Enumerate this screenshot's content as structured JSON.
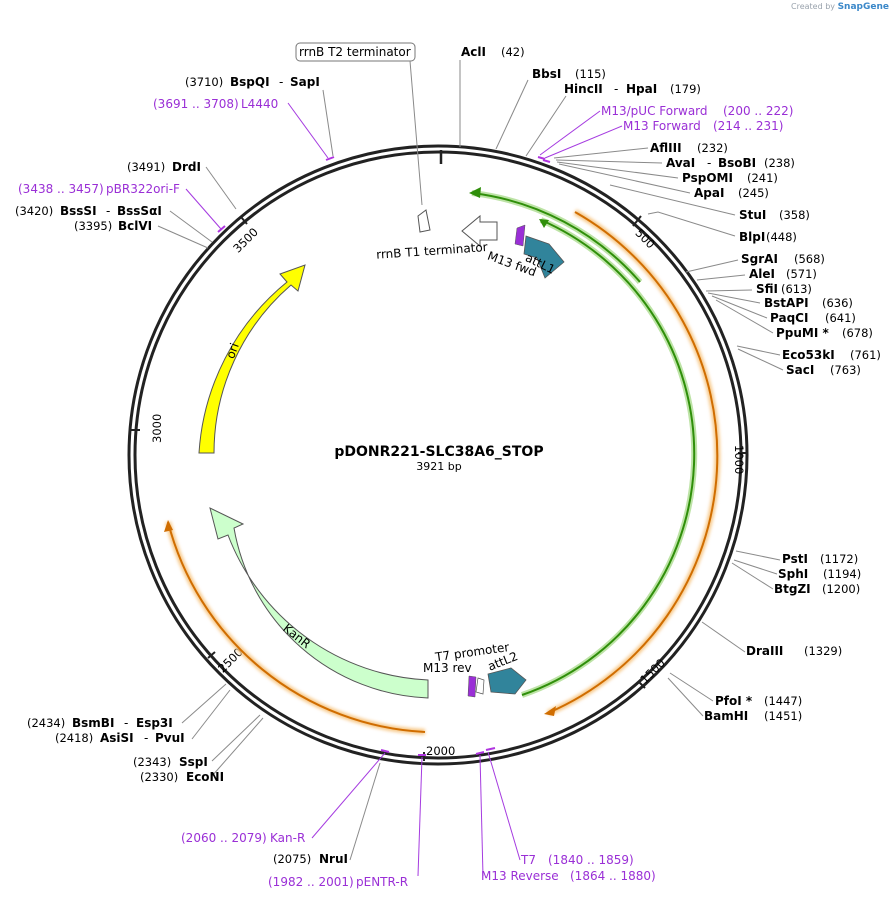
{
  "brand": {
    "created_by": "Created by",
    "name": "SnapGene"
  },
  "plasmid": {
    "name": "pDONR221-SLC38A6_STOP",
    "size": "3921 bp"
  },
  "ticks": [
    "500",
    "1000",
    "1500",
    "2000",
    "2500",
    "3000",
    "3500"
  ],
  "features": {
    "ori": "ori",
    "kanr": "KanR",
    "attl1": "attL1",
    "attl2": "attL2",
    "m13fwd": "M13 fwd",
    "m13rev": "M13 rev",
    "t7promoter": "T7 promoter",
    "rrnb_t1": "rrnB T1 terminator",
    "rrnb_t2": "rrnB T2 terminator"
  },
  "enzymes": {
    "acli": {
      "name": "AclI",
      "pos": "(42)"
    },
    "bbsi": {
      "name": "BbsI",
      "pos": "(115)"
    },
    "hincii": {
      "name": "HincII",
      "name2": "HpaI",
      "pos": "(179)"
    },
    "aflIII": {
      "name": "AflIII",
      "pos": "(232)"
    },
    "avai": {
      "name": "AvaI",
      "name2": "BsoBI",
      "pos": "(238)"
    },
    "pspomi": {
      "name": "PspOMI",
      "pos": "(241)"
    },
    "apai": {
      "name": "ApaI",
      "pos": "(245)"
    },
    "stui": {
      "name": "StuI",
      "pos": "(358)"
    },
    "blpi": {
      "name": "BlpI",
      "pos": "(448)"
    },
    "sgrai": {
      "name": "SgrAI",
      "pos": "(568)"
    },
    "alei": {
      "name": "AleI",
      "pos": "(571)"
    },
    "sfii": {
      "name": "SfiI",
      "pos": "(613)"
    },
    "bstapi": {
      "name": "BstAPI",
      "pos": "(636)"
    },
    "paqci": {
      "name": "PaqCI",
      "pos": "(641)"
    },
    "ppumi": {
      "name": "PpuMI *",
      "pos": "(678)"
    },
    "eco53ki": {
      "name": "Eco53kI",
      "pos": "(761)"
    },
    "saci": {
      "name": "SacI",
      "pos": "(763)"
    },
    "psti": {
      "name": "PstI",
      "pos": "(1172)"
    },
    "sphi": {
      "name": "SphI",
      "pos": "(1194)"
    },
    "btgzi": {
      "name": "BtgZI",
      "pos": "(1200)"
    },
    "draiii": {
      "name": "DraIII",
      "pos": "(1329)"
    },
    "pfoi": {
      "name": "PfoI *",
      "pos": "(1447)"
    },
    "bamhi": {
      "name": "BamHI",
      "pos": "(1451)"
    },
    "nrui": {
      "name": "NruI",
      "pos": "(2075)"
    },
    "econi": {
      "name": "EcoNI",
      "pos": "(2330)"
    },
    "sspi": {
      "name": "SspI",
      "pos": "(2343)"
    },
    "asisi": {
      "name": "AsiSI",
      "name2": "PvuI",
      "pos": "(2418)"
    },
    "bsmbi": {
      "name": "BsmBI",
      "name2": "Esp3I",
      "pos": "(2434)"
    },
    "bcIVI": {
      "name": "BclVI",
      "pos": "(3395)"
    },
    "bsssi": {
      "name": "BssSI",
      "name2": "BssSαI",
      "pos": "(3420)"
    },
    "drdi": {
      "name": "DrdI",
      "pos": "(3491)"
    },
    "bspqi": {
      "name": "BspQI",
      "name2": "SapI",
      "pos": "(3710)"
    }
  },
  "primers": {
    "m13puc": {
      "name": "M13/pUC Forward",
      "range": "(200 .. 222)"
    },
    "m13forward": {
      "name": "M13 Forward",
      "range": "(214 .. 231)"
    },
    "t7": {
      "name": "T7",
      "range": "(1840 .. 1859)"
    },
    "m13reverse": {
      "name": "M13 Reverse",
      "range": "(1864 .. 1880)"
    },
    "kanr_primer": {
      "name": "Kan-R",
      "range": "(2060 .. 2079)"
    },
    "pentr_r": {
      "name": "pENTR-R",
      "range": "(1982 .. 2001)"
    },
    "pbr322": {
      "name": "pBR322ori-F",
      "range": "(3438 .. 3457)"
    },
    "l4440": {
      "name": "L4440",
      "range": "(3691 .. 3708)"
    }
  },
  "sep": "-",
  "colors": {
    "ori": "#ffff00",
    "kanr": "#ccffcc",
    "att": "#31849b",
    "primer": "#9a2fd6",
    "orange_track": "#e07b00",
    "green_track": "#3a9a0a"
  }
}
